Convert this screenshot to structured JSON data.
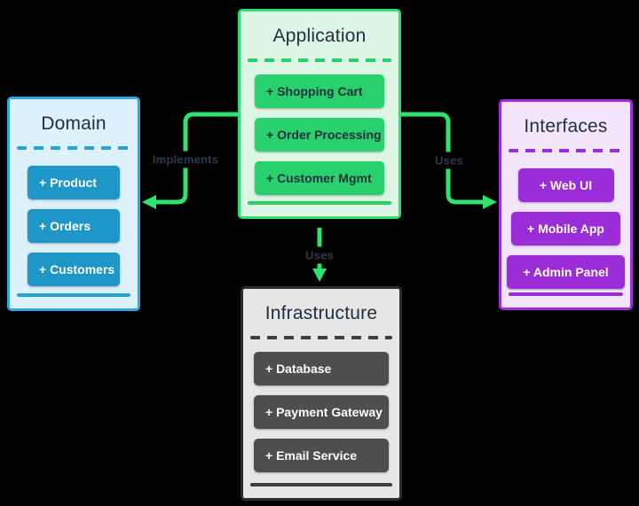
{
  "diagram": {
    "background_color": "#000000",
    "arrow_color": "#2be36e",
    "edge_label_color": "#2b3c4e",
    "boxes": {
      "application": {
        "title": "Application",
        "methods": [
          "+ Shopping Cart",
          "+ Order Processing",
          "+ Customer Mgmt"
        ],
        "accent_color": "#2be36e",
        "fill_color": "#ddf6e6",
        "chip_color": "#29d16c",
        "chip_text_color": "#21303f"
      },
      "domain": {
        "title": "Domain",
        "methods": [
          "+ Product",
          "+ Orders",
          "+ Customers"
        ],
        "accent_color": "#2ba9e0",
        "fill_color": "#ddf1fa",
        "chip_color": "#1e96c8",
        "chip_text_color": "#ffffff"
      },
      "interfaces": {
        "title": "Interfaces",
        "methods": [
          "+ Web UI",
          "+ Mobile App",
          "+ Admin Panel"
        ],
        "accent_color": "#a32ce0",
        "fill_color": "#f3e6fb",
        "chip_color": "#9a2dd8",
        "chip_text_color": "#ffffff"
      },
      "infrastructure": {
        "title": "Infrastructure",
        "methods": [
          "+ Database",
          "+ Payment Gateway",
          "+ Email Service"
        ],
        "accent_color": "#2d2d2d",
        "fill_color": "#e6e6e6",
        "chip_color": "#4e4e4e",
        "chip_text_color": "#ffffff"
      }
    },
    "edges": [
      {
        "label": "Implements",
        "from": "Application",
        "to": "Domain"
      },
      {
        "label": "Uses",
        "from": "Application",
        "to": "Interfaces"
      },
      {
        "label": "Uses",
        "from": "Application",
        "to": "Infrastructure"
      }
    ]
  }
}
